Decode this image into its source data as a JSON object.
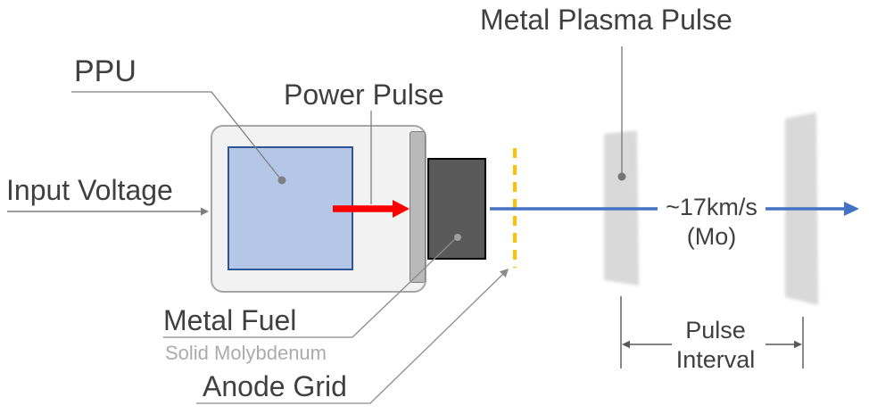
{
  "diagram": {
    "title": "Metal plasma thruster concept diagram",
    "labels": {
      "metal_plasma_pulse": "Metal Plasma Pulse",
      "ppu": "PPU",
      "power_pulse": "Power Pulse",
      "input_voltage": "Input Voltage",
      "metal_fuel": "Metal Fuel",
      "metal_fuel_sub": "Solid Molybdenum",
      "anode_grid": "Anode Grid"
    },
    "annotations": {
      "exhaust_speed": "~17km/s",
      "exhaust_material": "(Mo)",
      "pulse_interval_line1": "Pulse",
      "pulse_interval_line2": "Interval"
    },
    "colors": {
      "label_text": "#404040",
      "sub_label_text": "#ababab",
      "leader_line": "#808080",
      "ppu_enclosure_fill": "#f2f2f2",
      "ppu_enclosure_border": "#a6a6a6",
      "capacitor_fill": "#b4c7e7",
      "capacitor_border": "#2f5597",
      "backplate_fill": "#b9b9b9",
      "metal_fuel_fill": "#595959",
      "metal_fuel_border": "#000000",
      "anode_grid_dash": "#ffc000",
      "power_pulse_arrow": "#ff0000",
      "beam_arrow": "#4472c4",
      "plasma_pulse_fill": "#d9d9d9"
    }
  }
}
